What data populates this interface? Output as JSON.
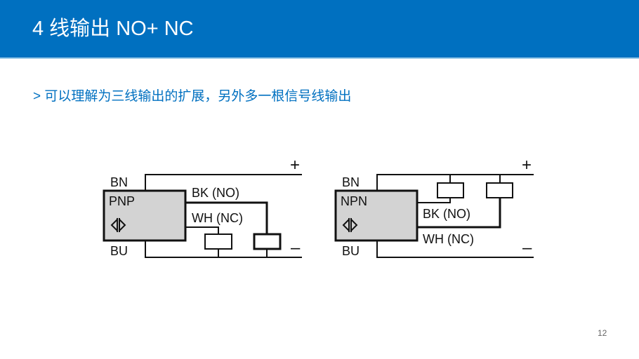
{
  "header": {
    "title": "4 线输出 NO+ NC",
    "background_color": "#0070c0"
  },
  "subtitle": "> 可以理解为三线输出的扩展，另外多一根信号线输出",
  "diagrams": [
    {
      "type": "PNP",
      "sensor_label": "PNP",
      "top_wire_label": "BN",
      "bottom_wire_label": "BU",
      "signal_labels": [
        "BK (NO)",
        "WH (NC)"
      ],
      "plus_sign": "+",
      "minus_sign": "–",
      "sensor_icon": "inductive-sensor-icon"
    },
    {
      "type": "NPN",
      "sensor_label": "NPN",
      "top_wire_label": "BN",
      "bottom_wire_label": "BU",
      "signal_labels": [
        "BK (NO)",
        "WH (NC)"
      ],
      "plus_sign": "+",
      "minus_sign": "–",
      "sensor_icon": "inductive-sensor-icon"
    }
  ],
  "page_number": "12"
}
